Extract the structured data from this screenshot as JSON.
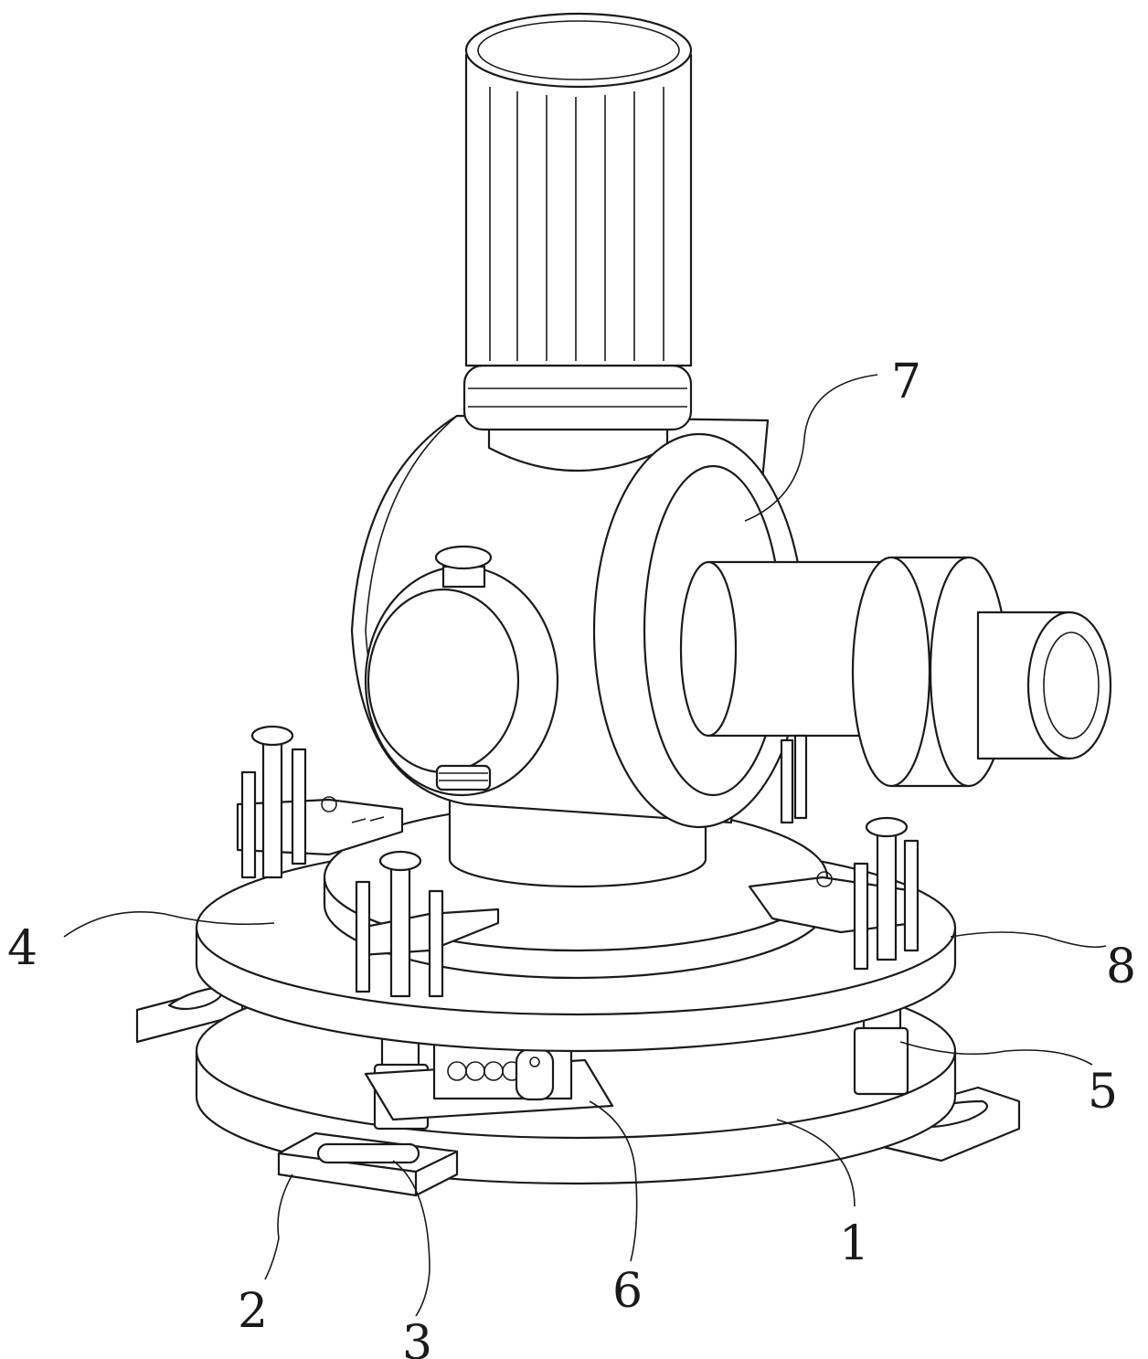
{
  "labels": [
    {
      "id": "1",
      "text": "1"
    },
    {
      "id": "2",
      "text": "2"
    },
    {
      "id": "3",
      "text": "3"
    },
    {
      "id": "4",
      "text": "4"
    },
    {
      "id": "5",
      "text": "5"
    },
    {
      "id": "6",
      "text": "6"
    },
    {
      "id": "7",
      "text": "7"
    },
    {
      "id": "8",
      "text": "8"
    }
  ],
  "colors": {
    "line": "#1a1a1a",
    "background": "#ffffff"
  }
}
